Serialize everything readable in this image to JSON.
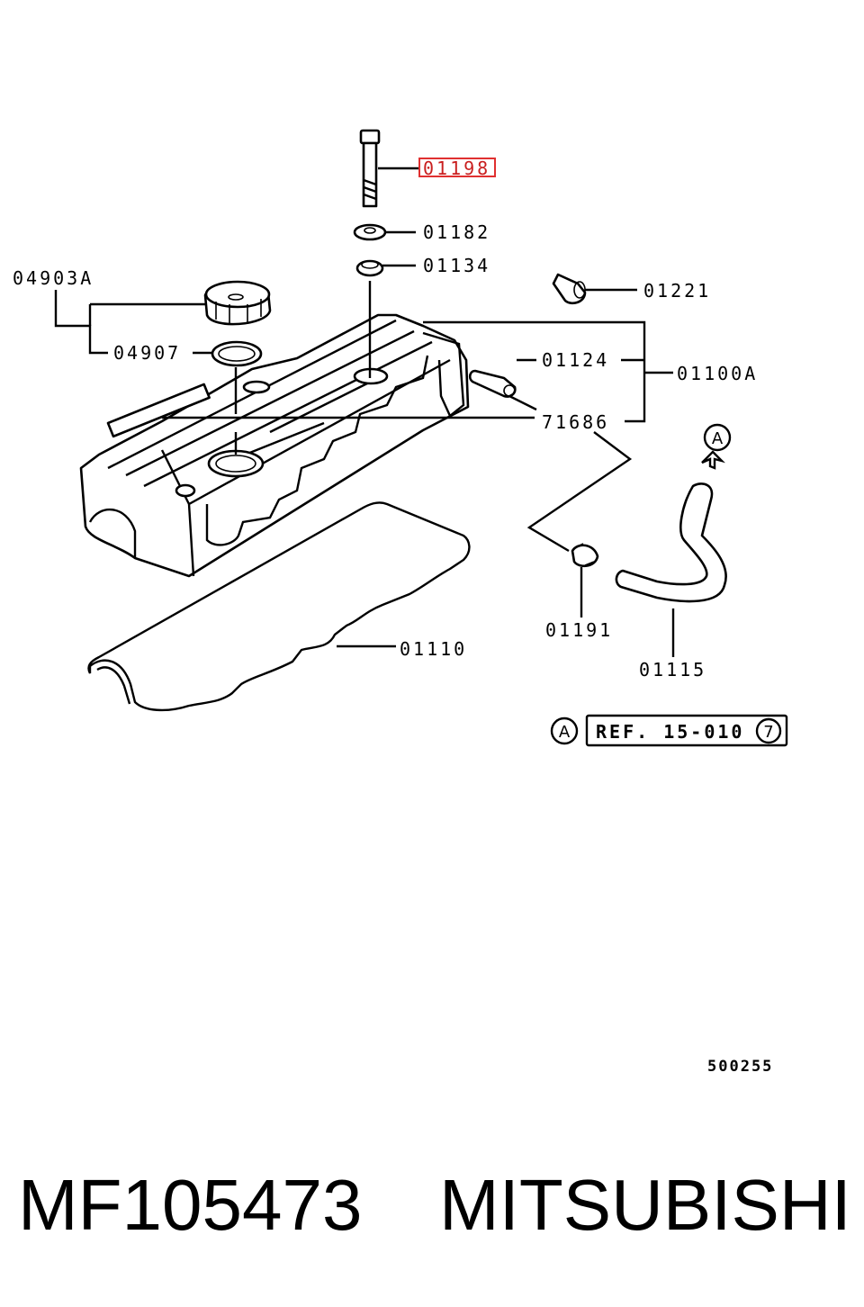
{
  "labels": {
    "p01198": "01198",
    "p01182": "01182",
    "p01134": "01134",
    "p04903A": "04903A",
    "p04907": "04907",
    "p01221": "01221",
    "p01124": "01124",
    "p01100A": "01100A",
    "p71686": "71686",
    "p01191": "01191",
    "p01110": "01110",
    "p01115": "01115"
  },
  "ref": {
    "marker": "A",
    "text": "REF. 15-010",
    "number": "7"
  },
  "diagram_code": "500255",
  "footer": {
    "part_number": "MF105473",
    "brand": "MITSUBISHI"
  },
  "highlight_color": "#e03030"
}
